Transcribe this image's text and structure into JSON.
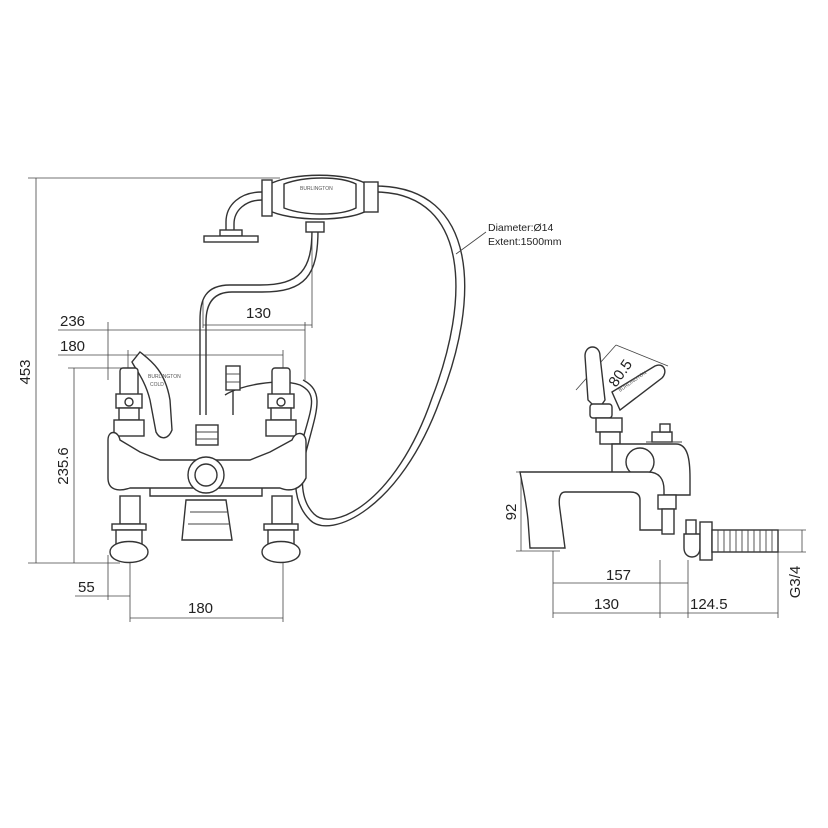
{
  "front_view": {
    "dimensions": {
      "overall_height": "453",
      "handle_height": "235.6",
      "width_236": "236",
      "width_180_top": "180",
      "hose_offset": "130",
      "centre_55": "55",
      "width_180_bottom": "180"
    }
  },
  "hose_note": {
    "diameter": "Diameter:Ø14",
    "extent": "Extent:1500mm"
  },
  "side_view": {
    "dimensions": {
      "handle_angle": "80.5",
      "spout_height": "92",
      "spout_157": "157",
      "spout_130": "130",
      "tail_124_5": "124.5",
      "thread": "G3/4"
    }
  }
}
